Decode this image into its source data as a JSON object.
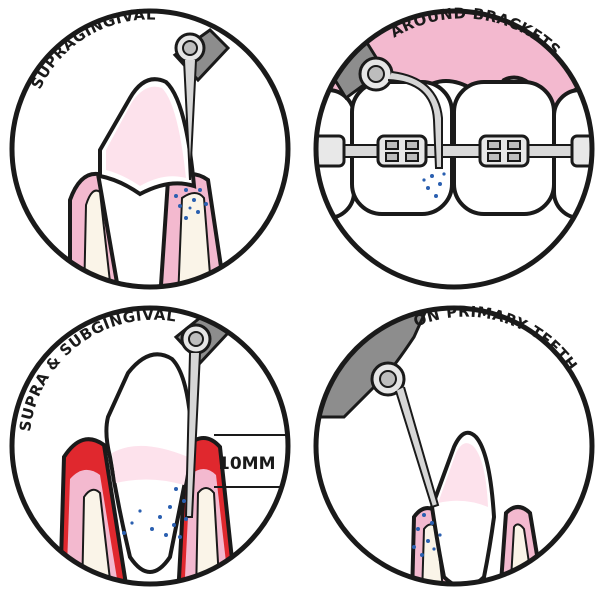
{
  "panels": [
    {
      "label": "SUPRAGINGIVAL"
    },
    {
      "label": "AROUND BRACKETS"
    },
    {
      "label": "SUPRA & SUBGINGIVAL",
      "measure": "10MM"
    },
    {
      "label": "ON PRIMARY TEETH"
    }
  ],
  "colors": {
    "gum_pink": "#f3b9cf",
    "gum_light": "#fbe4ee",
    "inflamed_red": "#e0282e",
    "tooth_tint": "#fde2ec",
    "root_cream": "#faf4e8",
    "instrument_gray": "#8d8d8d",
    "spray_blue": "#2a5fb0",
    "outline": "#1a1a1a"
  }
}
